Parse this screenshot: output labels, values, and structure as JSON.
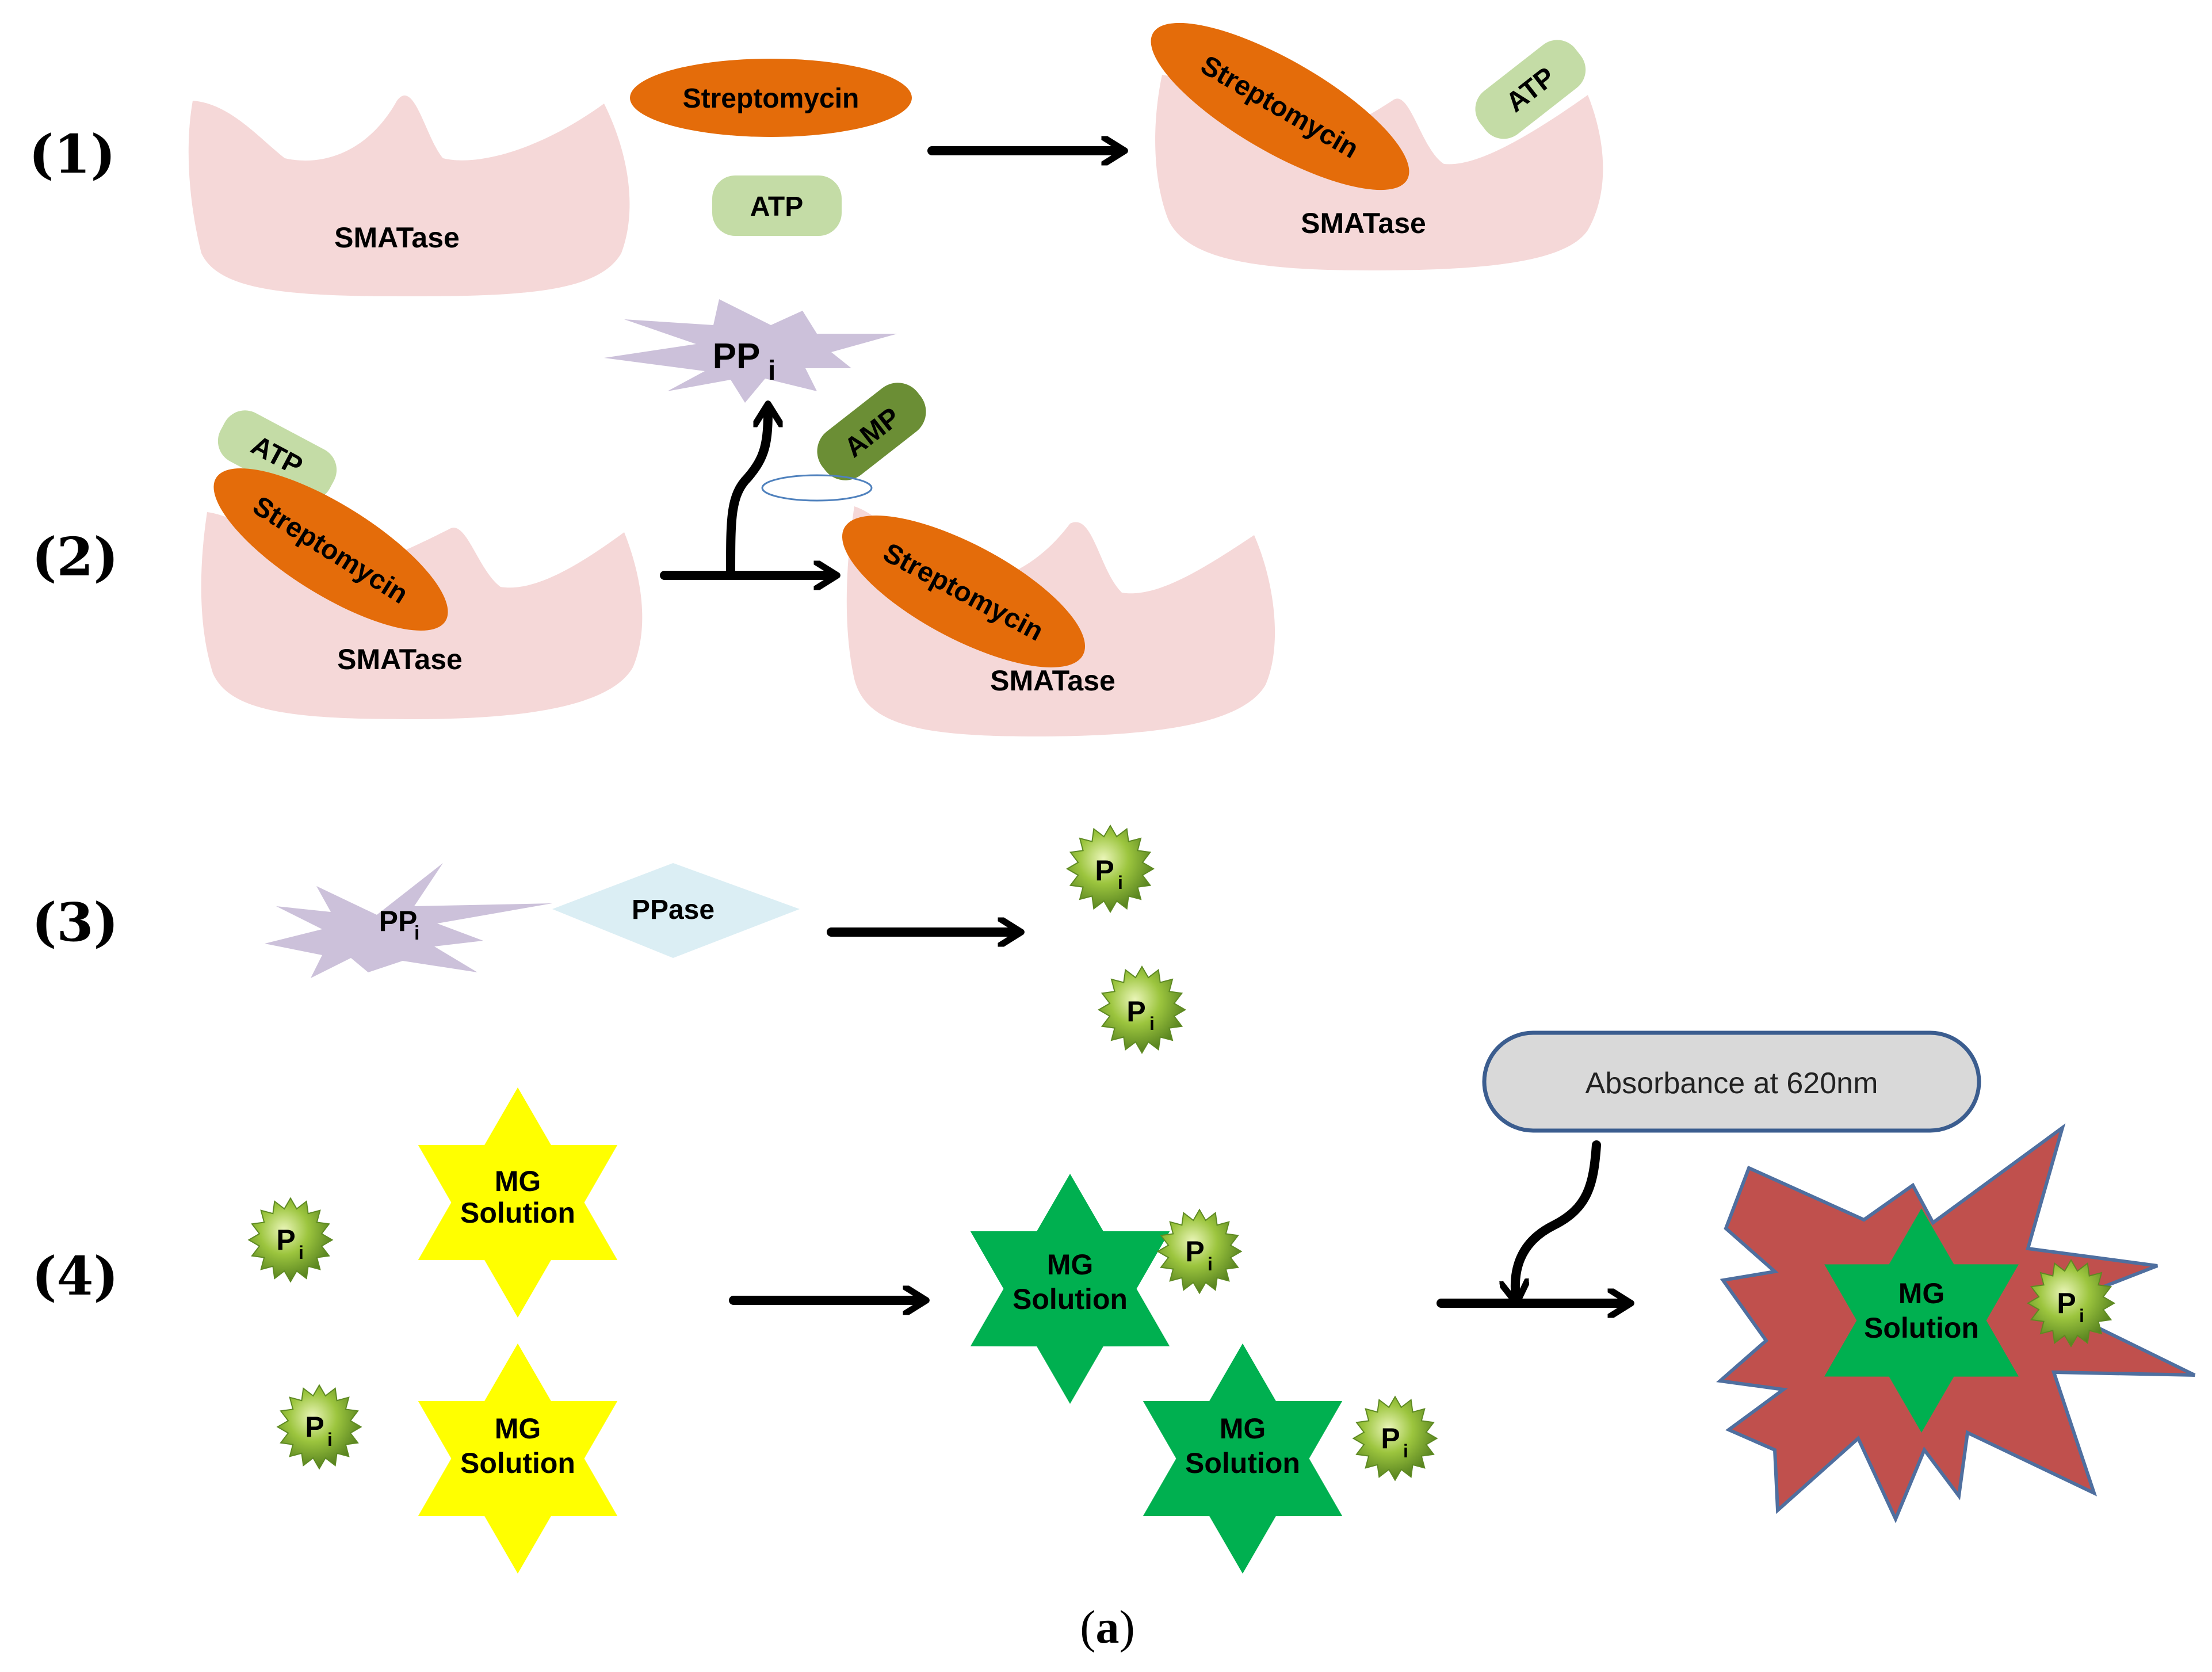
{
  "steps": [
    "(1)",
    "(2)",
    "(3)",
    "(4)"
  ],
  "labels": {
    "smatase": "SMATase",
    "streptomycin": "Streptomycin",
    "atp": "ATP",
    "amp": "AMP",
    "pp": "PP",
    "p": "P",
    "subscript_i": "i",
    "ppase": "PPase",
    "mg_line1": "MG",
    "mg_line2": "Solution",
    "absorbance": "Absorbance at  620nm"
  },
  "caption_letter": "a",
  "colors": {
    "enzyme": "#f5d8d8",
    "streptomycin": "#e46c0a",
    "atp": "#c4dca6",
    "amp": "#6b8e35",
    "ppi": "#ccc1da",
    "ppase": "#dbeef4",
    "pi_fill": "#8fb836",
    "mg_yellow": "#ffff00",
    "mg_green": "#00b050",
    "burst_red": "#c0504d",
    "burst_outline": "#4f6f9f",
    "absorbance_fill": "#d9d9d9",
    "absorbance_outline": "#3b5d8f"
  }
}
